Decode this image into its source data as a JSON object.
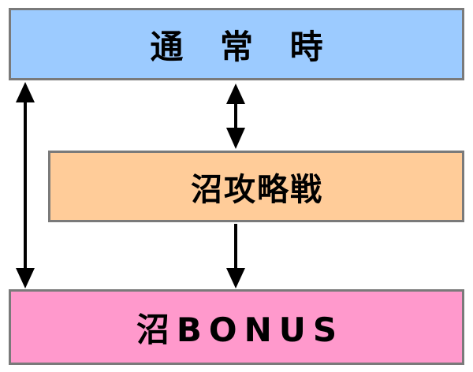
{
  "colors": {
    "normal_fill": "#9ccbff",
    "attack_fill": "#ffcc99",
    "bonus_fill": "#ff99cc",
    "border": "#7a7a7a",
    "arrow": "#000000"
  },
  "states": {
    "normal": {
      "label": "通 常 時"
    },
    "attack": {
      "label": "沼攻略戦"
    },
    "bonus": {
      "label": "沼BONUS"
    }
  }
}
